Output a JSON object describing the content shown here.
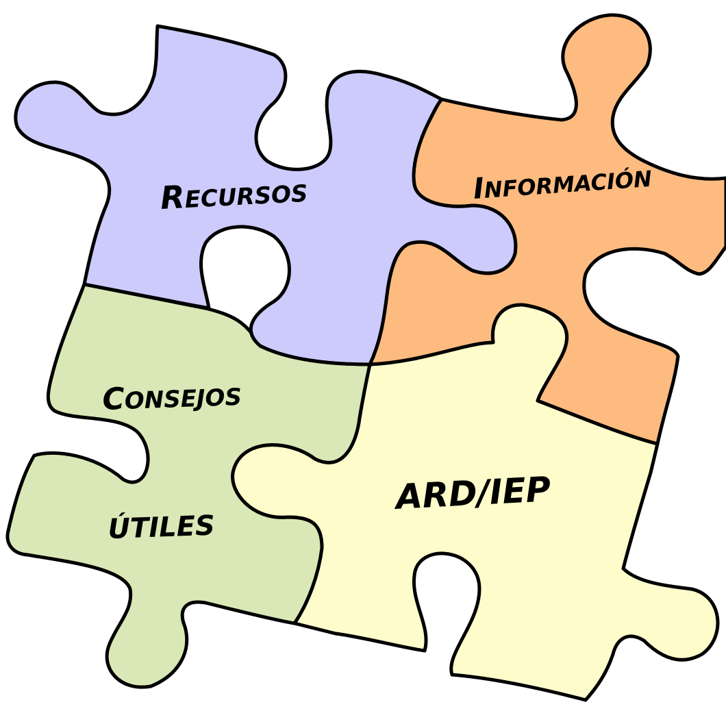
{
  "pieces": {
    "recursos": {
      "label_initial": "R",
      "label_rest": "ECURSOS",
      "color": "#cccbfc"
    },
    "informacion": {
      "label_initial": "I",
      "label_rest": "NFORMACIÓN",
      "color": "#fdbb7f"
    },
    "consejos": {
      "line1_initial": "C",
      "line1_rest": "ONSEJOS",
      "line2": "ÚTILES",
      "color": "#d9e8b6"
    },
    "ard": {
      "label": "ARD/IEP",
      "color": "#fefccb"
    }
  }
}
